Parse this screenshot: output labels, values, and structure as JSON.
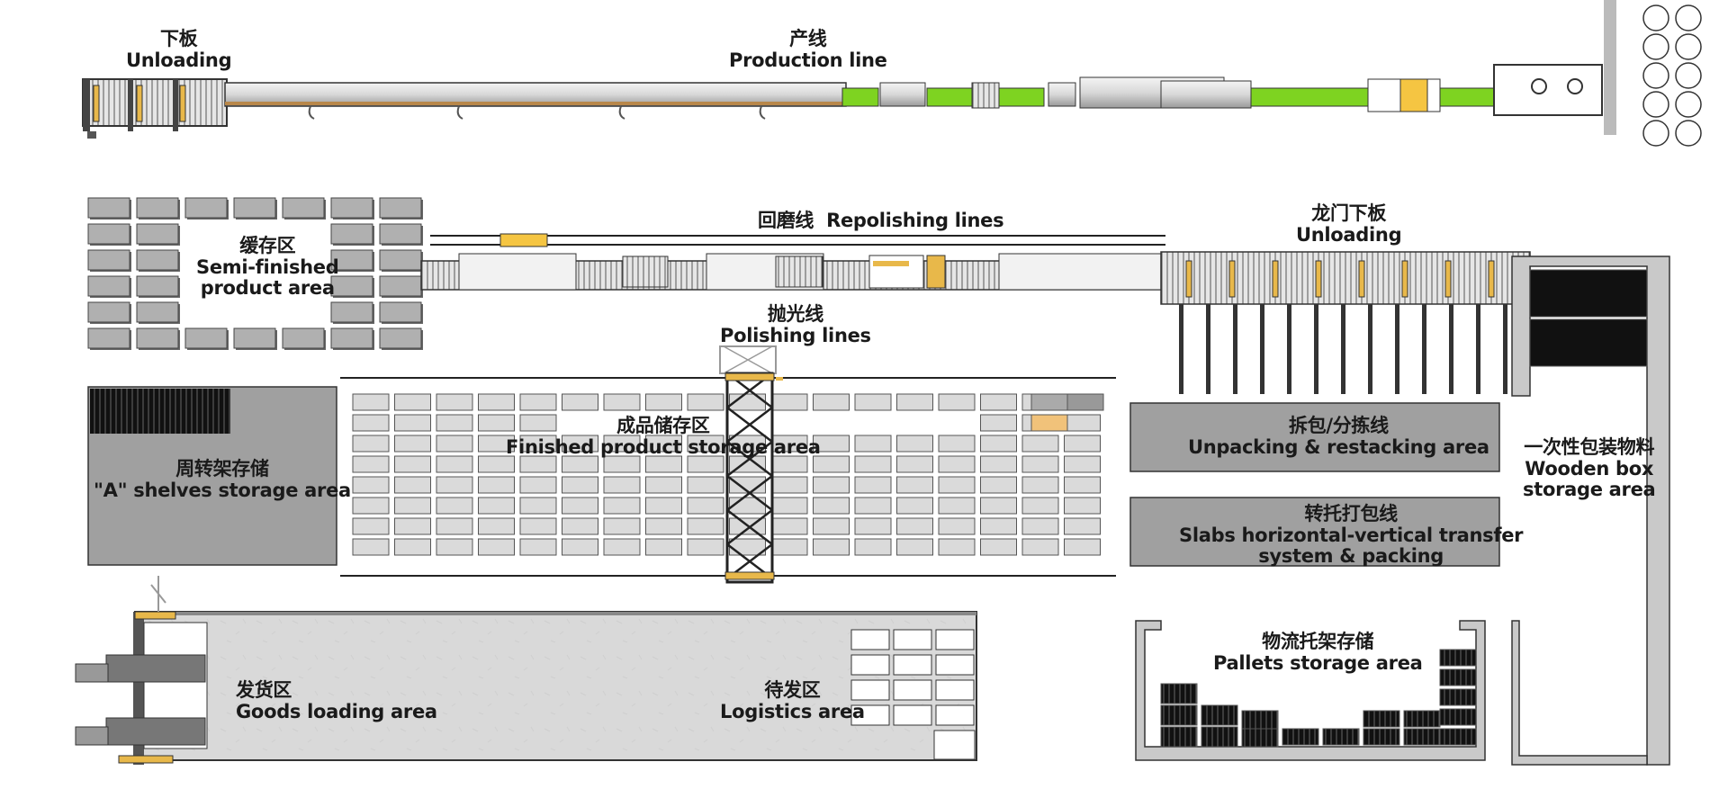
{
  "title": "",
  "areas": {
    "unloading_top": {
      "zh": "下板",
      "en": "Unloading"
    },
    "production_line": {
      "zh": "产线",
      "en": "Production line"
    },
    "repolishing": {
      "zh": "回磨线",
      "en": "Repolishing lines"
    },
    "gantry_unloading": {
      "zh": "龙门下板",
      "en": "Unloading"
    },
    "semi_finished": {
      "zh": "缓存区",
      "en1": "Semi-finished",
      "en2": "product area"
    },
    "polishing": {
      "zh": "抛光线",
      "en": "Polishing lines"
    },
    "finished_storage": {
      "zh": "成品储存区",
      "en": "Finished product storage area"
    },
    "a_shelves": {
      "zh": "周转架存储",
      "en": "\"A\" shelves storage area"
    },
    "unpacking": {
      "zh": "拆包/分拣线",
      "en": "Unpacking & restacking area"
    },
    "transfer_packing": {
      "zh": "转托打包线",
      "en1": "Slabs horizontal-vertical transfer",
      "en2": "system & packing"
    },
    "wooden_box": {
      "zh": "一次性包装物料",
      "en1": "Wooden box",
      "en2": "storage area"
    },
    "goods_loading": {
      "zh": "发货区",
      "en": "Goods loading area"
    },
    "logistics": {
      "zh": "待发区",
      "en": "Logistics area"
    },
    "pallets": {
      "zh": "物流托架存储",
      "en": "Pallets storage area"
    }
  },
  "colors": {
    "accent_green": "#7ed321",
    "accent_yellow": "#f5c542",
    "area_gray": "#a0a0a0",
    "dark": "#111111"
  }
}
